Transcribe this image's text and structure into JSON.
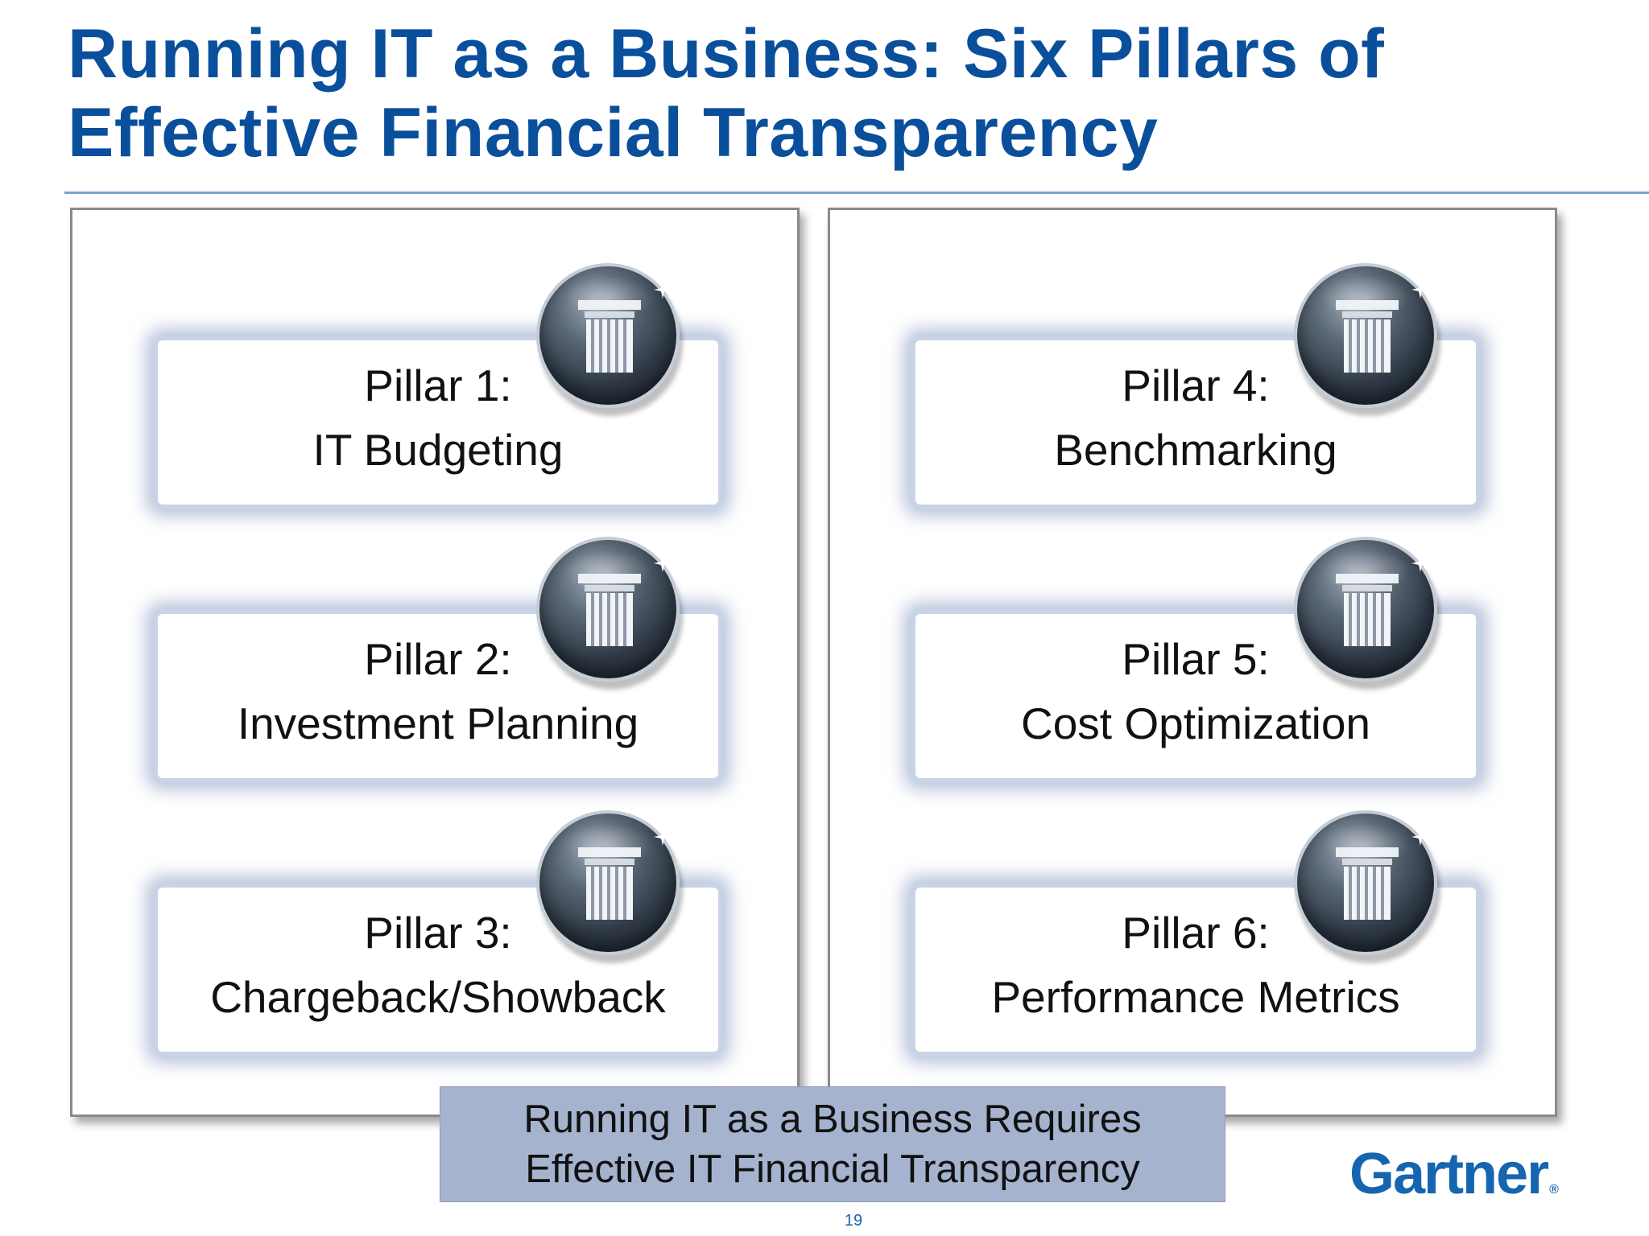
{
  "title": {
    "line1": "Running IT as a Business: Six Pillars of",
    "line2": "Effective Financial Transparency"
  },
  "pillars": [
    {
      "label": "Pillar 1:",
      "name": "IT Budgeting",
      "icon": "pillar-column-icon"
    },
    {
      "label": "Pillar 2:",
      "name": "Investment Planning",
      "icon": "pillar-column-icon"
    },
    {
      "label": "Pillar 3:",
      "name": "Chargeback/Showback",
      "icon": "pillar-column-icon"
    },
    {
      "label": "Pillar 4:",
      "name": "Benchmarking",
      "icon": "pillar-column-icon"
    },
    {
      "label": "Pillar 5:",
      "name": "Cost Optimization",
      "icon": "pillar-column-icon"
    },
    {
      "label": "Pillar 6:",
      "name": "Performance Metrics",
      "icon": "pillar-column-icon"
    }
  ],
  "footer": {
    "line1": "Running IT as a Business Requires",
    "line2": "Effective IT Financial Transparency"
  },
  "logo": {
    "text": "Gartner",
    "mark": "®"
  },
  "page_number": "19",
  "colors": {
    "title": "#0a4f9c",
    "footer_box": "#a6b3cf",
    "logo": "#1565b0"
  }
}
